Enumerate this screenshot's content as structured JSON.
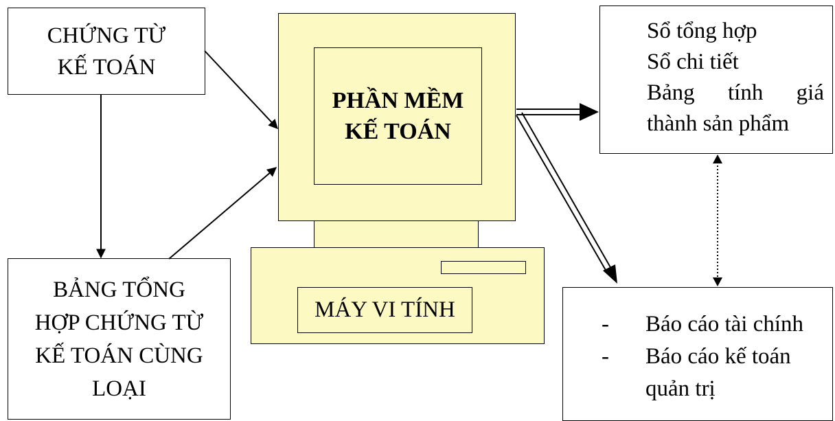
{
  "chung_tu": {
    "line1": "CHỨNG TỪ",
    "line2": "KẾ TOÁN"
  },
  "bang_tong_hop": {
    "line1": "BẢNG TỔNG",
    "line2": "HỢP CHỨNG TỪ",
    "line3": "KẾ TOÁN CÙNG",
    "line4": "LOẠI"
  },
  "software": {
    "line1": "PHẦN MỀM",
    "line2": "KẾ TOÁN"
  },
  "computer": {
    "label": "MÁY VI TÍNH"
  },
  "outputs": {
    "line1": "Sổ tổng hợp",
    "line2": "Sổ chi tiết",
    "line3_words": [
      "Bảng",
      "tính",
      "giá"
    ],
    "line4": "thành sản phẩm"
  },
  "reports": {
    "dash": "-",
    "item1": "Báo cáo tài chính",
    "item2": "Báo cáo kế toán",
    "item2_cont": "quản trị"
  },
  "colors": {
    "computer_fill": "#fdf9c2",
    "line": "#000000"
  }
}
